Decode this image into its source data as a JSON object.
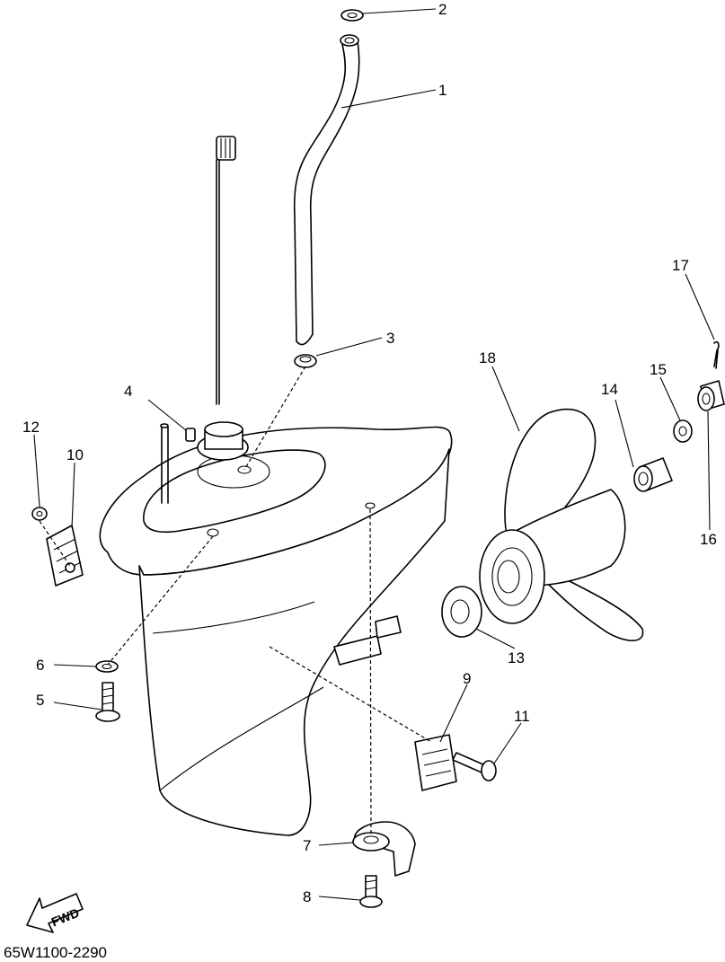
{
  "diagram": {
    "drawing_code": "65W1100-2290",
    "direction_label": "FWD",
    "callouts": [
      {
        "id": "part-1",
        "label": "1"
      },
      {
        "id": "part-2",
        "label": "2"
      },
      {
        "id": "part-3",
        "label": "3"
      },
      {
        "id": "part-4",
        "label": "4"
      },
      {
        "id": "part-5",
        "label": "5"
      },
      {
        "id": "part-6",
        "label": "6"
      },
      {
        "id": "part-7",
        "label": "7"
      },
      {
        "id": "part-8",
        "label": "8"
      },
      {
        "id": "part-9",
        "label": "9"
      },
      {
        "id": "part-10",
        "label": "10"
      },
      {
        "id": "part-11",
        "label": "11"
      },
      {
        "id": "part-12",
        "label": "12"
      },
      {
        "id": "part-13",
        "label": "13"
      },
      {
        "id": "part-14",
        "label": "14"
      },
      {
        "id": "part-15",
        "label": "15"
      },
      {
        "id": "part-16",
        "label": "16"
      },
      {
        "id": "part-17",
        "label": "17"
      },
      {
        "id": "part-18",
        "label": "18"
      }
    ]
  }
}
